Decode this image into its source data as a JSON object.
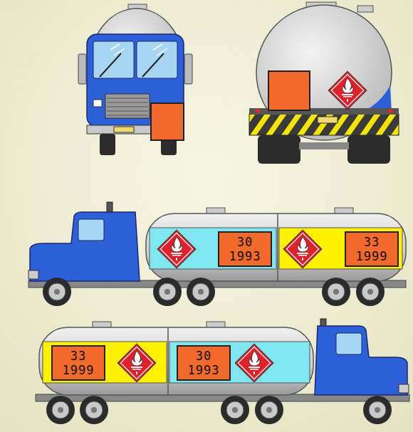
{
  "diagram": {
    "nodes": [
      {
        "text": [
          "30",
          "1993"
        ]
      },
      {
        "text": [
          "33",
          "1999"
        ]
      },
      {
        "text": [
          "33",
          "1999"
        ]
      },
      {
        "text": [
          "30",
          "1993"
        ]
      }
    ]
  }
}
